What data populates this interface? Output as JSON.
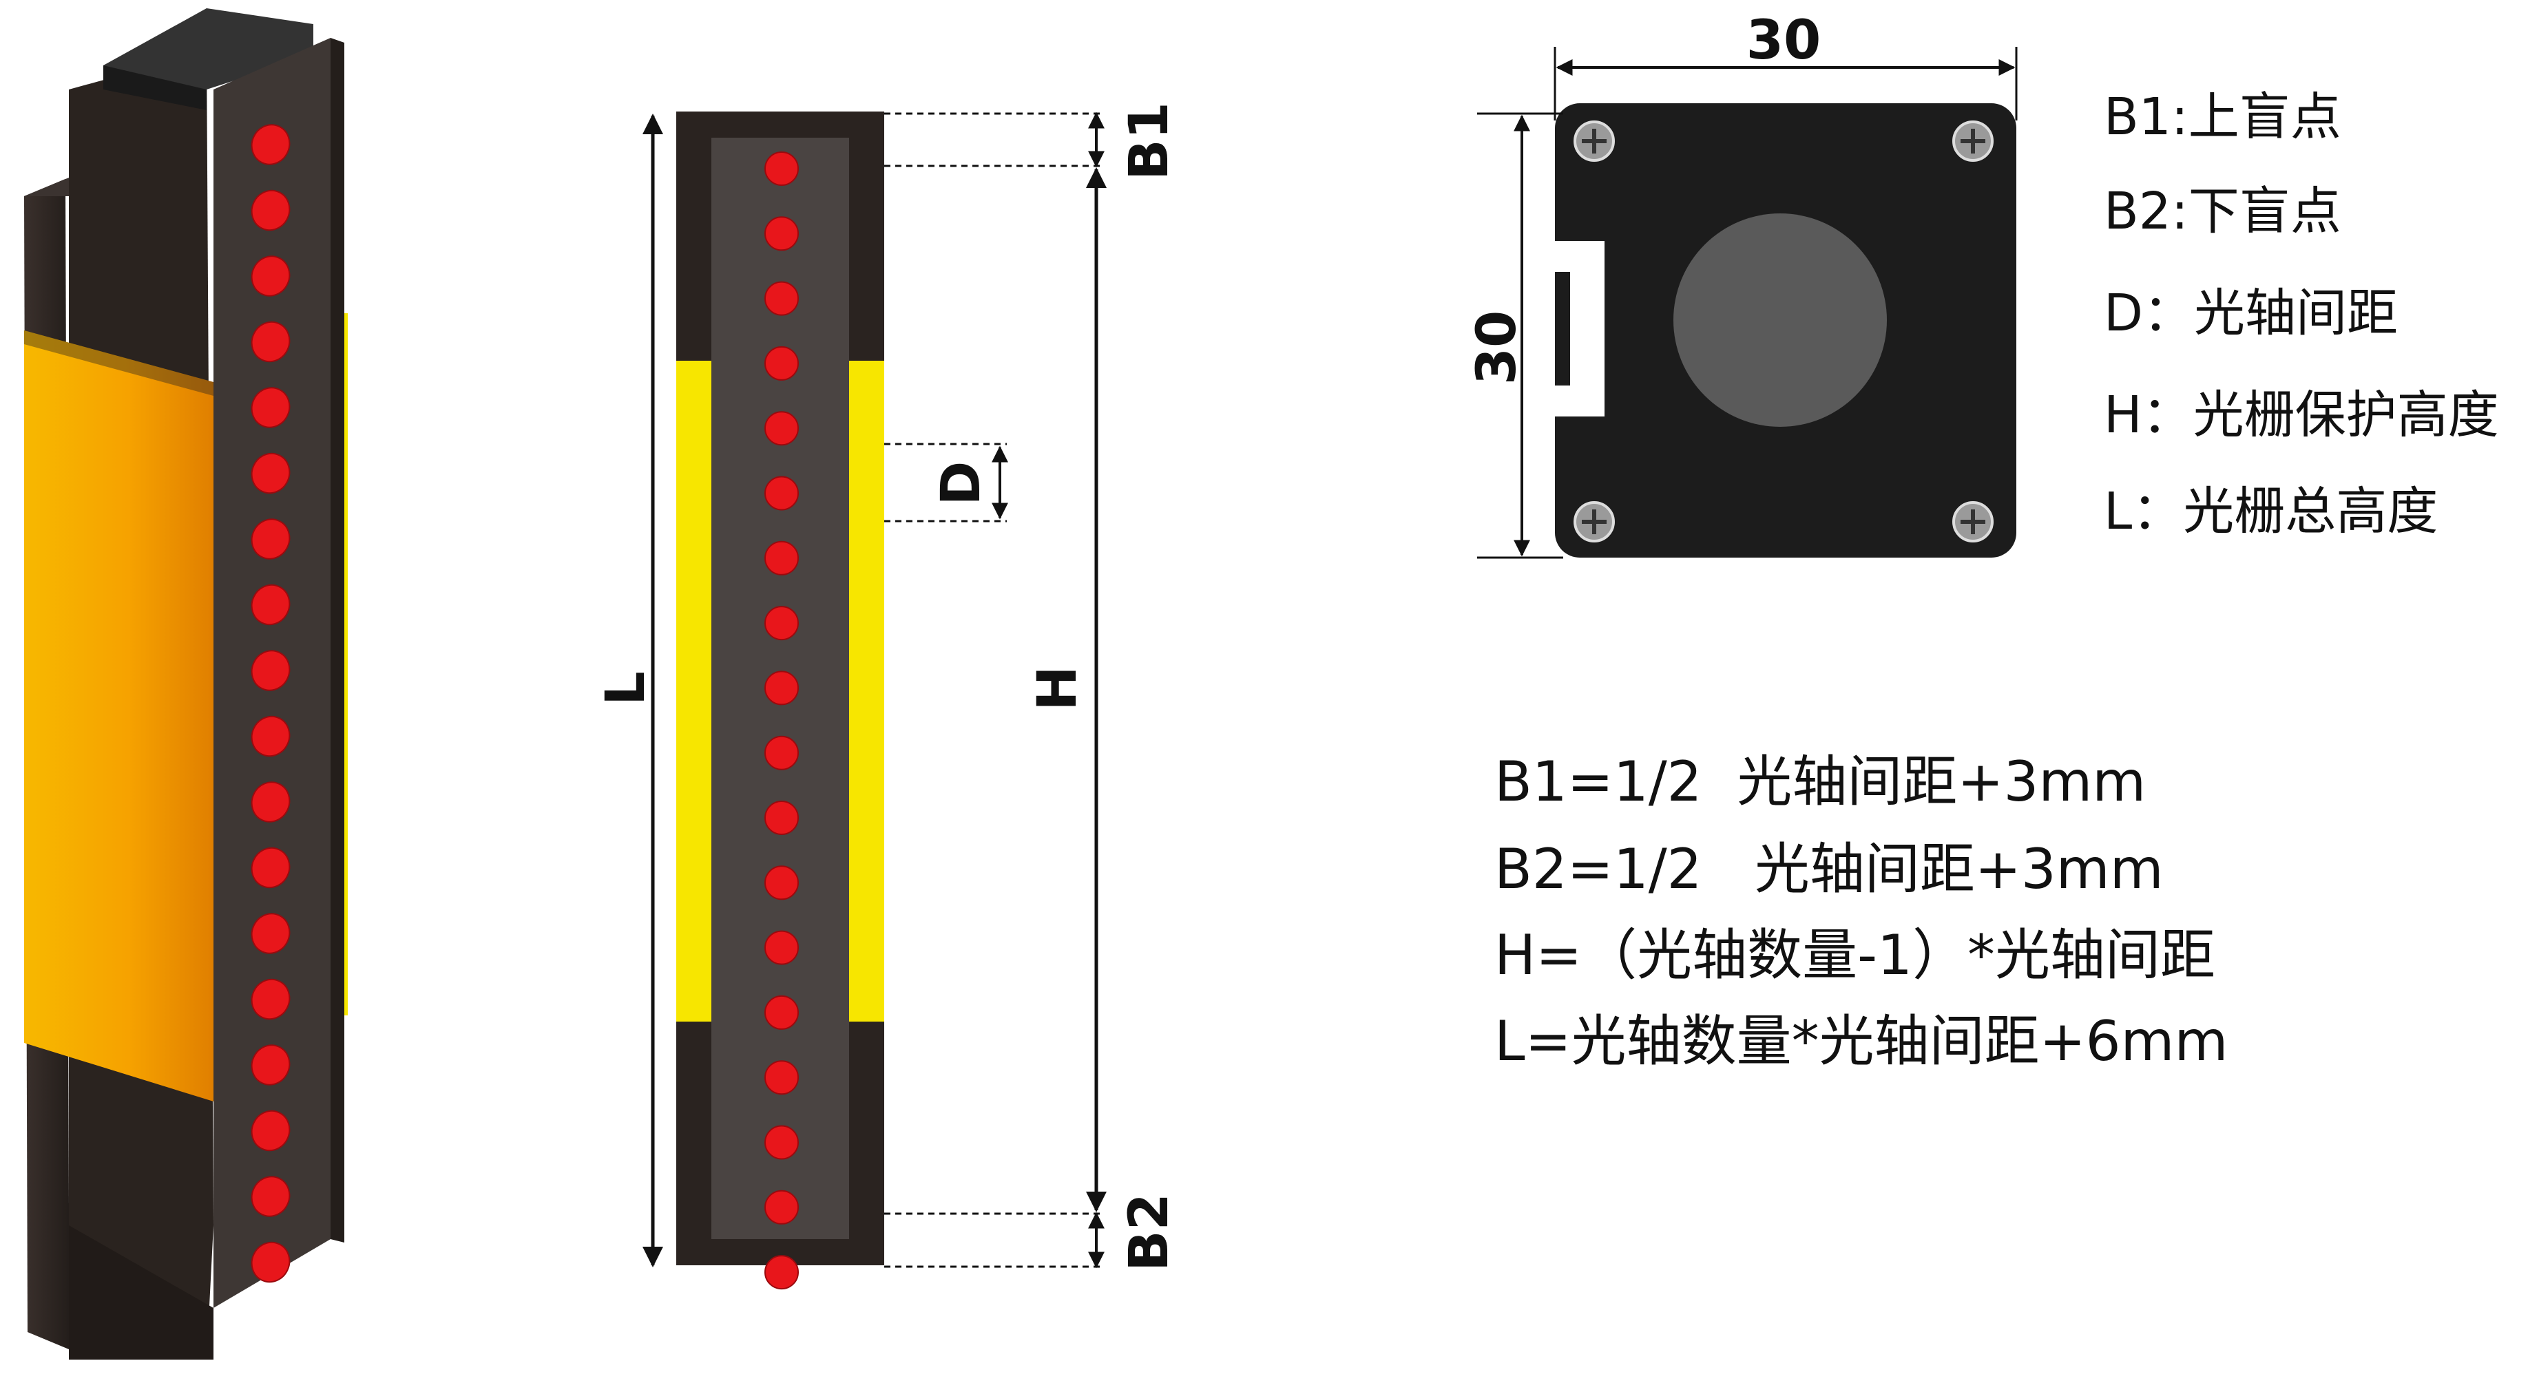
{
  "dimensions": {
    "b1": "B1",
    "b2": "B2",
    "d": "D",
    "h": "H",
    "l": "L",
    "width": "30",
    "height": "30"
  },
  "legend": [
    "B1:上盲点",
    "B2:下盲点",
    "D：光轴间距",
    "H：光栅保护高度",
    "L：光栅总高度"
  ],
  "formulas": [
    "B1=1/2  光轴间距+3mm",
    "B2=1/2   光轴间距+3mm",
    "H=（光轴数量-1）*光轴间距",
    "L=光轴数量*光轴间距+6mm"
  ],
  "colors": {
    "housing": "#2b2421",
    "housing_dark": "#1f1a18",
    "panel": "#4a4442",
    "yellow": "#f7e600",
    "amber": "#f2a400",
    "led": "#e8161b",
    "end_cap": "#1c1c1c",
    "lens": "#5a5a5a"
  },
  "icons": {
    "screw": "phillips-screw-icon",
    "led": "led-dot-icon"
  }
}
